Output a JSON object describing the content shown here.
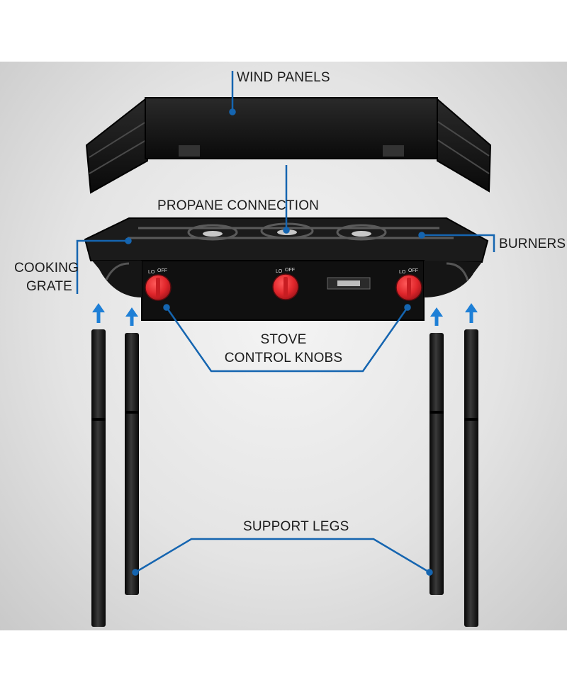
{
  "labels": {
    "wind_panels": "WIND PANELS",
    "propane_connection": "PROPANE CONNECTION",
    "burners": "BURNERS",
    "cooking_grate_line1": "COOKING",
    "cooking_grate_line2": "GRATE",
    "stove_control_knobs_line1": "STOVE",
    "stove_control_knobs_line2": "CONTROL KNOBS",
    "support_legs": "SUPPORT LEGS"
  },
  "knob_markings": {
    "lo": "LO",
    "off": "OFF"
  },
  "colors": {
    "callout_line": "#1565b0",
    "arrow": "#1e7fd6",
    "stove_body": "#121212",
    "knob": "#e0262b"
  }
}
